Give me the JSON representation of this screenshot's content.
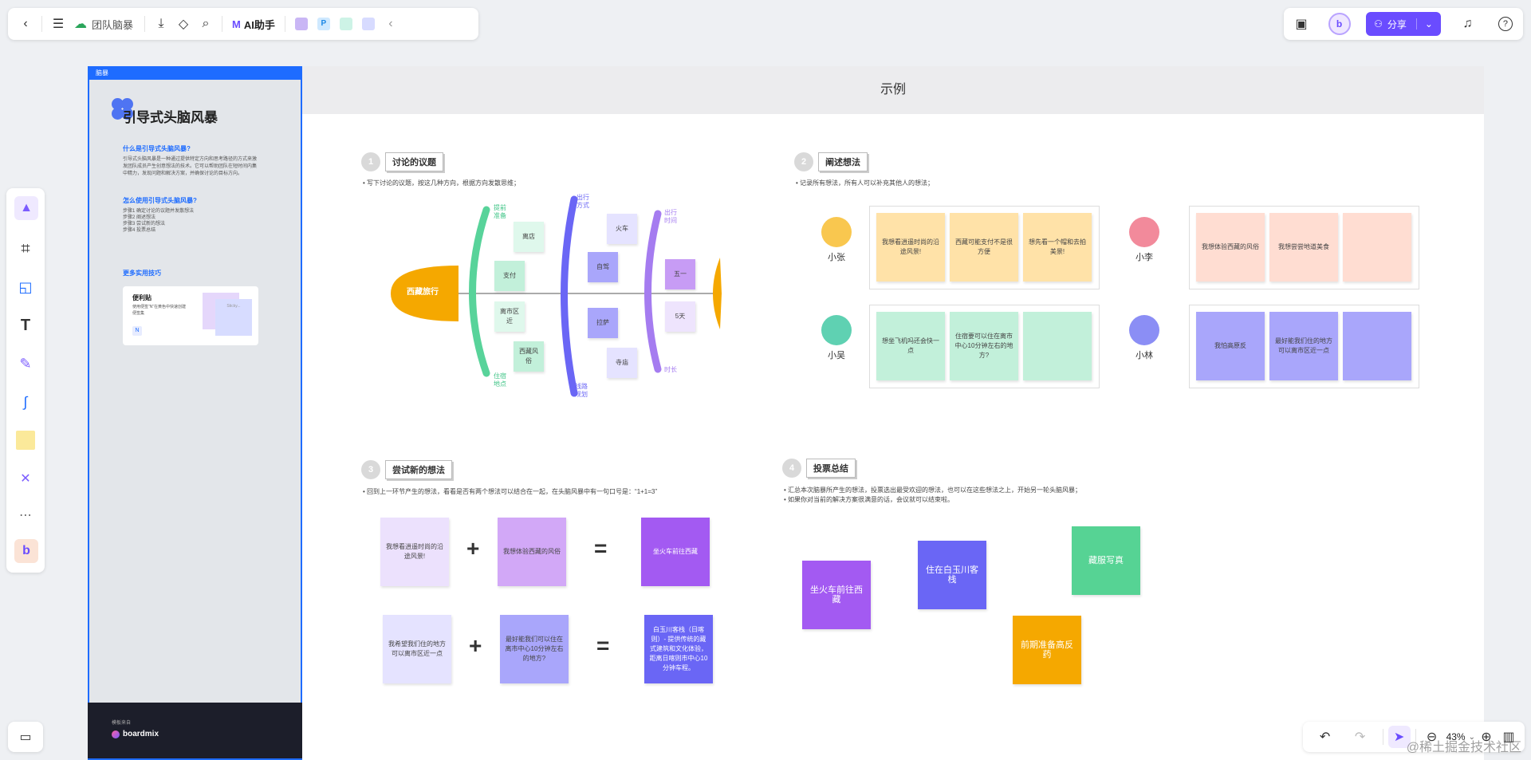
{
  "toolbar": {
    "doc_title": "团队脑暴",
    "ai_label": "AI助手",
    "share_label": "分享"
  },
  "panel": {
    "header": "脑暴",
    "title": "引导式头脑风暴",
    "q1": "什么是引导式头脑风暴?",
    "q1_body": "引导式头脑风暴是一种通过提供特定方向和思考路径的方式来激发团队成员产生创意想法的技术。它可以帮助团队在短时间内集中精力，发现问题和解决方案，并确保讨论的目标方向。",
    "q2": "怎么使用引导式头脑风暴?",
    "steps": [
      "步骤1 确定讨论的议题并发散想法",
      "步骤2 阐述想法",
      "步骤3 尝试新的想法",
      "步骤4 投票总结"
    ],
    "tips_title": "更多实用技巧",
    "card_title": "便利贴",
    "card_body": "使用便签“N”在黄色中快速创建便签集",
    "card_key": "N",
    "card_sticky": "Sticky...",
    "footer_label": "模板来自",
    "footer_brand": "boardmix"
  },
  "canvas_title": "示例",
  "sections": {
    "s1": {
      "num": "1",
      "label": "讨论的议题",
      "desc": "写下讨论的议题，按这几种方向，根据方向发散思维；"
    },
    "s2": {
      "num": "2",
      "label": "阐述想法",
      "desc": "记录所有想法，所有人可以补充其他人的想法；"
    },
    "s3": {
      "num": "3",
      "label": "尝试新的想法",
      "desc": "回到上一环节产生的想法，看看是否有两个想法可以结合在一起，在头脑风暴中有一句口号是：“1+1=3”"
    },
    "s4": {
      "num": "4",
      "label": "投票总结",
      "desc1": "汇总本次脑暴所产生的想法，投票选出最受欢迎的想法，也可以在这些想法之上，开始另一轮头脑风暴；",
      "desc2": "如果你对当前的解决方案很满意的话，会议就可以结束啦。"
    }
  },
  "fishbone": {
    "head": "西藏旅行",
    "labels": {
      "l1": "提前准备",
      "l2": "住宿地点",
      "l3": "出行方式",
      "l4": "线路规划",
      "l5": "出行时间",
      "l6": "时长"
    },
    "notes": {
      "n1": "离店",
      "n2": "支付",
      "n3": "离市区近",
      "n4": "西藏风俗",
      "n5": "火车",
      "n6": "自驾",
      "n7": "拉萨",
      "n8": "寺庙",
      "n9": "五一",
      "n10": "5天"
    }
  },
  "ideas": {
    "people": [
      "小张",
      "小李",
      "小吴",
      "小林"
    ],
    "zhang": [
      "我想看逍遥时尚的沿途风景!",
      "西藏可能支付不是很方便",
      "想先看一个帽和去拍美景!"
    ],
    "li": [
      "我想体验西藏的风俗",
      "我想尝尝地道美食",
      ""
    ],
    "wu": [
      "想坐飞机吗还会快一点",
      "住宿要可以住在离市中心10分钟左右的地方?",
      ""
    ],
    "lin": [
      "我怕高原反",
      "最好能我们住的地方可以离市区近一点",
      ""
    ]
  },
  "combine": {
    "row1": [
      "我想看逍遥时尚的沿途风景!",
      "我想体验西藏的风俗",
      "坐火车前往西藏"
    ],
    "row2": [
      "我希望我们住的地方可以离市区近一点",
      "最好能我们可以住在离市中心10分钟左右的地方?",
      "白玉川客栈（日喀则）- 提供传统的藏式建筑和文化体验，距离日喀则市中心10分钟车程。"
    ],
    "plus": "+",
    "equals": "="
  },
  "votes": [
    "坐火车前往西藏",
    "住在白玉川客栈",
    "藏服写真",
    "前期准备高反药"
  ],
  "bottom": {
    "zoom": "43%"
  },
  "watermark": "@稀土掘金技术社区"
}
